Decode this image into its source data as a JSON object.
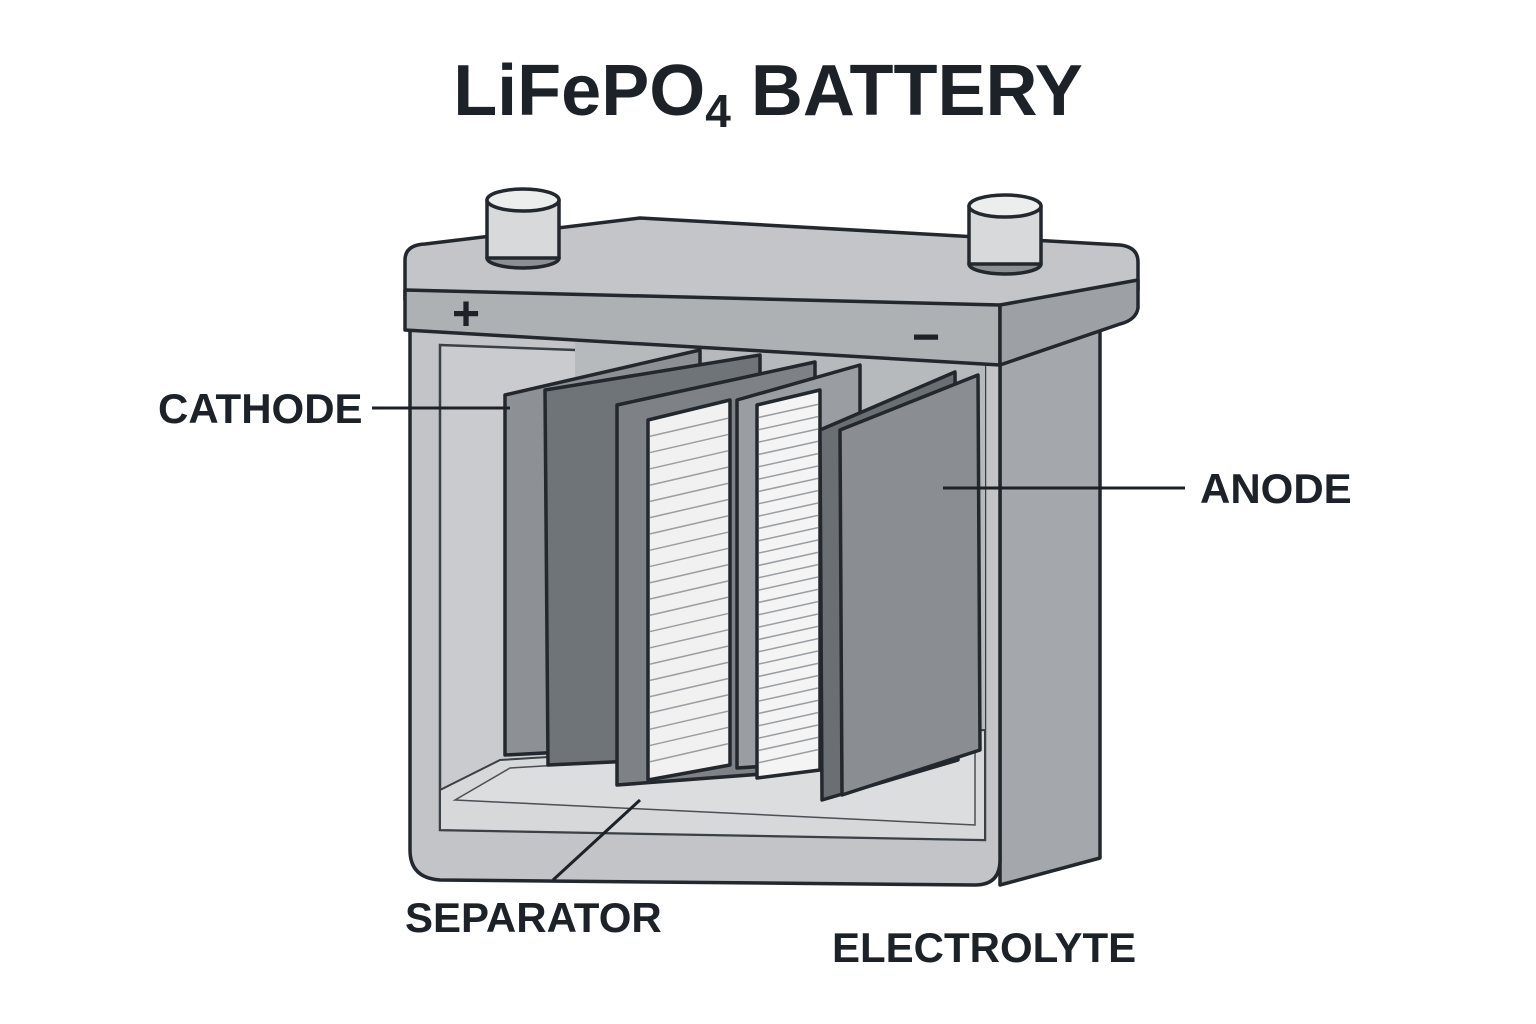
{
  "title": {
    "main": "LiFePO",
    "subscript": "4",
    "suffix": " BATTERY"
  },
  "terminals": {
    "positive_symbol": "+",
    "negative_symbol": "−"
  },
  "labels": {
    "cathode": "CATHODE",
    "anode": "ANODE",
    "separator": "SEPARATOR",
    "electrolyte": "ELECTROLYTE"
  },
  "colors": {
    "outline": "#22282e",
    "case_body": "#bcbec1",
    "case_lid": "#b3b6b9",
    "interior": "#c9cbce",
    "cathode_plate": "#6f7478",
    "anode_plate": "#8a8e92",
    "separator_sheet": "#eeeeee",
    "text": "#1c2228",
    "background": "#ffffff"
  }
}
